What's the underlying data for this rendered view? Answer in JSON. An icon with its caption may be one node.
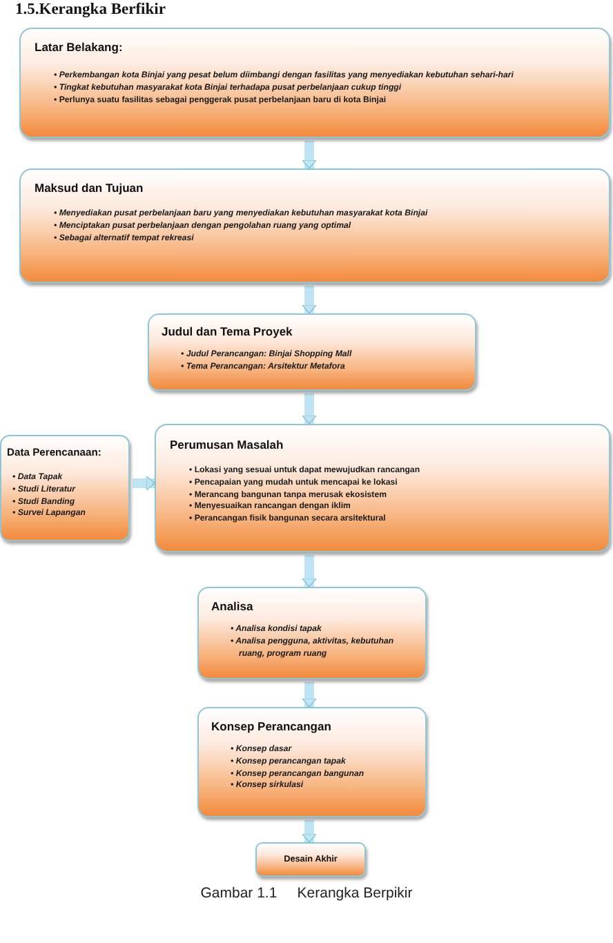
{
  "diagram": {
    "title": "1.5.Kerangka Berfikir",
    "caption": "Gambar 1.1     Kerangka Berpikir",
    "nodes": [
      {
        "text": [
          "Latar Belakang:",
          "• Perkembangan kota Binjai yang pesat belum diimbangi dengan fasilitas yang menyediakan kebutuhan sehari-hari",
          "• Tingkat kebutuhan masyarakat kota Binjai terhadapa pusat perbelanjaan cukup tinggi",
          "• Perlunya suatu fasilitas sebagai penggerak pusat perbelanjaan baru di kota Binjai"
        ]
      },
      {
        "text": [
          "Maksud dan Tujuan",
          "• Menyediakan pusat perbelanjaan baru yang menyediakan kebutuhan masyarakat kota Binjai",
          "• Menciptakan pusat perbelanjaan dengan pengolahan ruang yang optimal",
          "• Sebagai alternatif tempat rekreasi"
        ]
      },
      {
        "text": [
          "Judul dan Tema Proyek",
          "• Judul Perancangan: Binjai Shopping Mall",
          "• Tema Perancangan: Arsitektur Metafora"
        ]
      },
      {
        "text": [
          "Data Perencanaan:",
          "• Data Tapak",
          "• Studi Literatur",
          "• Studi Banding",
          "• Survei Lapangan"
        ]
      },
      {
        "text": [
          "Perumusan Masalah",
          "• Lokasi yang sesuai untuk dapat mewujudkan rancangan",
          "• Pencapaian yang mudah untuk mencapai ke lokasi",
          "• Merancang bangunan tanpa merusak ekosistem",
          "• Menyesuaikan rancangan dengan iklim",
          "• Perancangan fisik bangunan secara arsitektural"
        ]
      },
      {
        "text": [
          "Analisa",
          "• Analisa kondisi tapak",
          "• Analisa pengguna, aktivitas, kebutuhan ruang, program ruang"
        ]
      },
      {
        "text": [
          "Konsep Perancangan",
          "• Konsep dasar",
          "• Konsep perancangan tapak",
          "• Konsep perancangan bangunan",
          "• Konsep sirkulasi"
        ]
      },
      {
        "text": [
          "Desain Akhir"
        ]
      }
    ],
    "edges": [
      {
        "from": 0,
        "to": 1,
        "arrow": "to"
      },
      {
        "from": 1,
        "to": 2,
        "arrow": "to"
      },
      {
        "from": 2,
        "to": 4,
        "arrow": "to"
      },
      {
        "from": 3,
        "to": 4,
        "arrow": "to"
      },
      {
        "from": 4,
        "to": 5,
        "arrow": "to"
      },
      {
        "from": 5,
        "to": 6,
        "arrow": "to"
      },
      {
        "from": 6,
        "to": 7,
        "arrow": "to"
      }
    ]
  }
}
